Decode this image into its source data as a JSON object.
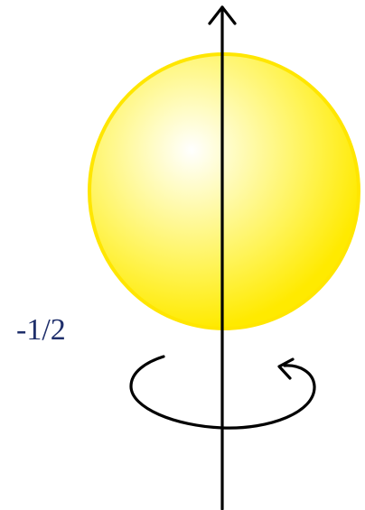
{
  "diagram": {
    "spin_label": "-1/2",
    "colors": {
      "sphere_fill": "#fff200",
      "sphere_highlight": "#ffffff",
      "sphere_edge": "#ffe600",
      "axis": "#000000",
      "label": "#1f2f6b"
    },
    "elements": {
      "sphere": "particle-sphere",
      "axis": "spin-axis-arrow",
      "rotation": "rotation-arrow"
    }
  }
}
